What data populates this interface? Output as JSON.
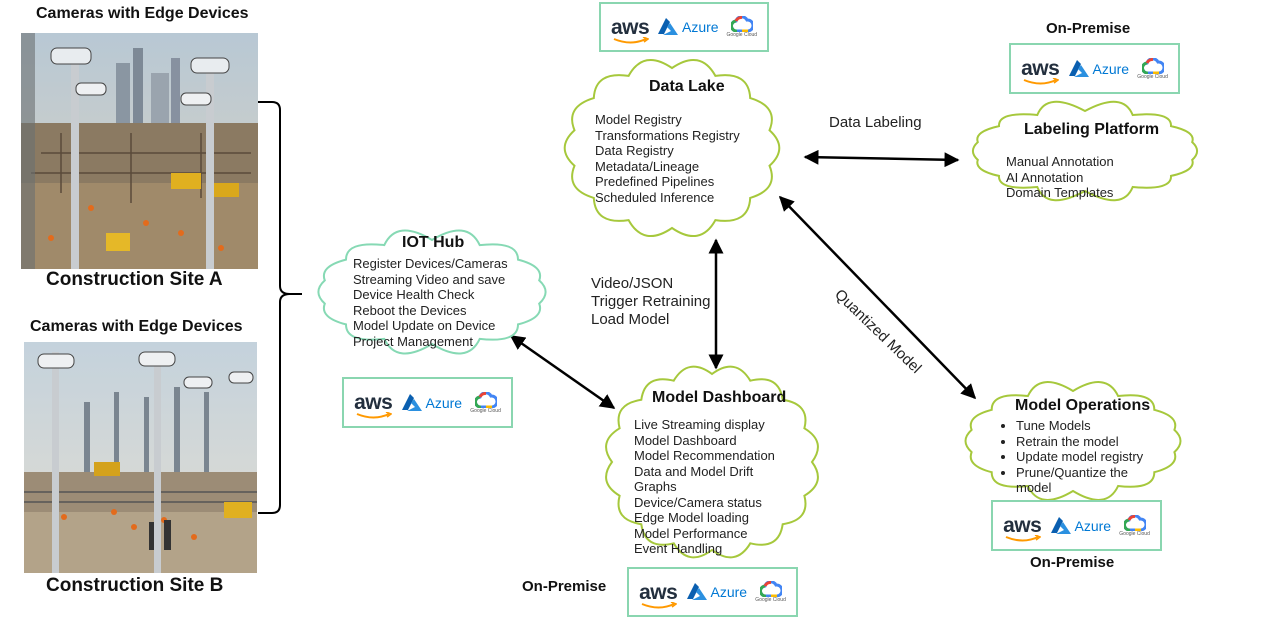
{
  "sites": {
    "a": {
      "camera_label": "Cameras with Edge Devices",
      "name": "Construction Site A"
    },
    "b": {
      "camera_label": "Cameras with Edge Devices",
      "name": "Construction Site B"
    }
  },
  "iot_hub": {
    "title": "IOT Hub",
    "items": [
      "Register Devices/Cameras",
      "Streaming Video and save",
      "Device Health Check",
      "Reboot the Devices",
      "Model Update on Device",
      "Project Management"
    ]
  },
  "data_lake": {
    "title": "Data Lake",
    "items": [
      "Model Registry",
      "Transformations Registry",
      "Data Registry",
      "Metadata/Lineage",
      "Predefined Pipelines",
      "Scheduled Inference"
    ]
  },
  "labeling_platform": {
    "title": "Labeling Platform",
    "items": [
      "Manual Annotation",
      "AI Annotation",
      "Domain Templates"
    ]
  },
  "model_dashboard": {
    "title": "Model Dashboard",
    "items": [
      "Live Streaming display",
      "Model Dashboard",
      "Model Recommendation",
      "Data and Model Drift",
      "Graphs",
      "Device/Camera status",
      "Edge Model loading",
      "Model Performance",
      "Event Handling"
    ]
  },
  "model_operations": {
    "title": "Model Operations",
    "items": [
      "Tune Models",
      "Retrain the model",
      "Update model registry",
      "Prune/Quantize the model"
    ]
  },
  "edges": {
    "data_labeling": "Data Labeling",
    "quantized_model": "Quantized Model",
    "lake_dashboard": [
      "Video/JSON",
      "Trigger Retraining",
      "Load Model"
    ]
  },
  "cloud_logos": {
    "aws": "aws",
    "azure": "Azure",
    "google": "Google Cloud"
  },
  "on_premise": "On-Premise",
  "colors": {
    "cloud_stroke": "#a6c83c",
    "iot_stroke": "#86d9b4",
    "logo_border": "#8ad6b0"
  }
}
